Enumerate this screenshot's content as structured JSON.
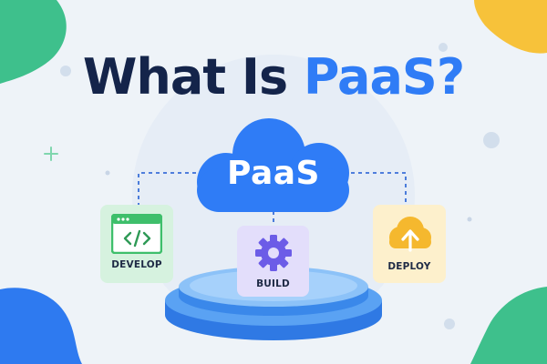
{
  "title": {
    "prefix": "What Is ",
    "highlight": "PaaS?"
  },
  "cloud": {
    "label": "PaaS"
  },
  "cards": {
    "develop": {
      "label": "DEVELOP",
      "icon": "code-window-icon"
    },
    "build": {
      "label": "BUILD",
      "icon": "gear-icon"
    },
    "deploy": {
      "label": "DEPLOY",
      "icon": "cloud-upload-icon"
    }
  },
  "colors": {
    "background": "#eef3f8",
    "title_dark": "#14244a",
    "accent_blue": "#2f7cf6",
    "develop_green": "#3ebf6b",
    "build_purple": "#6c5ce7",
    "deploy_yellow": "#f5b82e"
  }
}
